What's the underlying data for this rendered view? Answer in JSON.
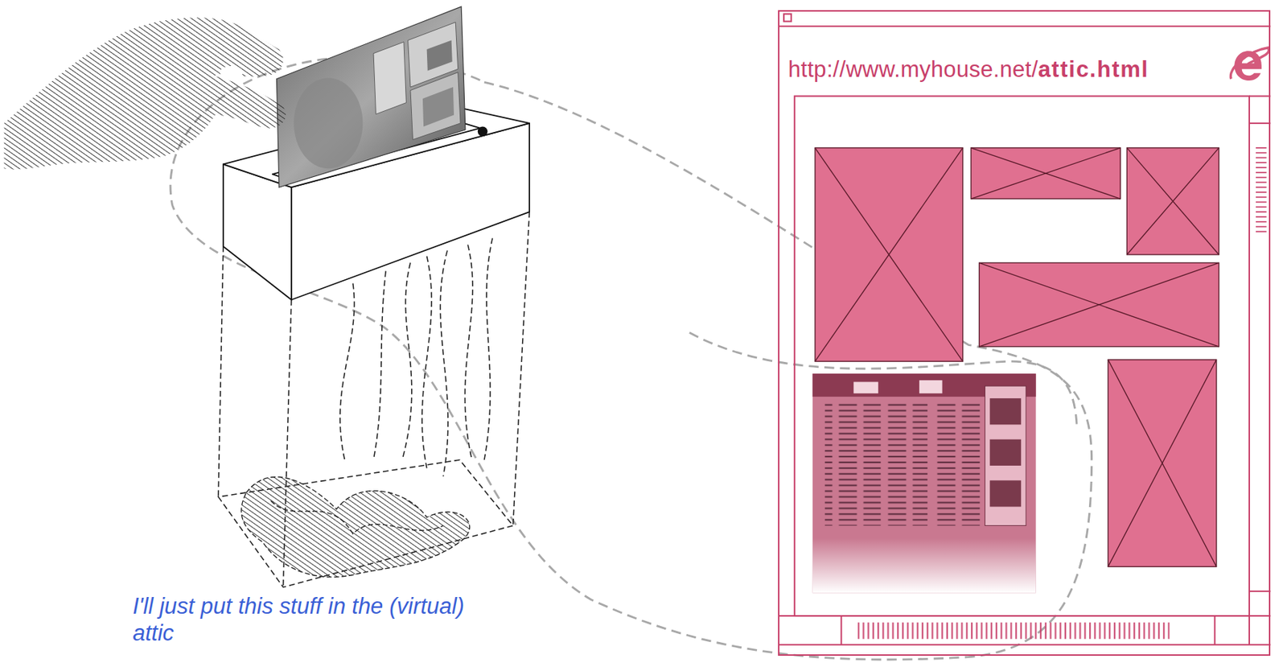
{
  "diagram": {
    "nodes": [
      {
        "text": [
          "http://www.myhouse.net/",
          "attic.html"
        ]
      }
    ],
    "labels": [
      "I'll just put this stuff in the (virtual) attic"
    ]
  }
}
